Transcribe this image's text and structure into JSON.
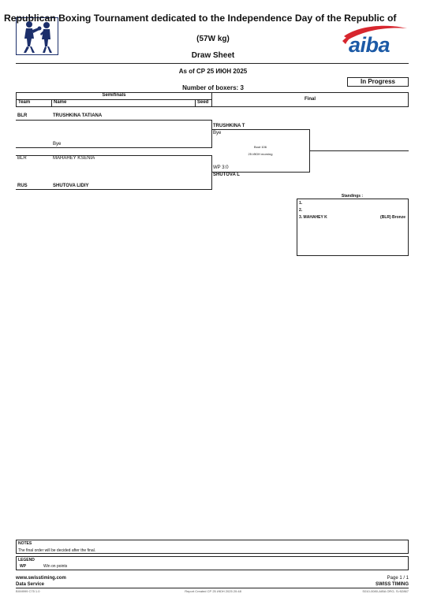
{
  "header": {
    "title": "Republican Boxing Tournament dedicated to the Independence Day of the Republic of",
    "weight_class": "(57W kg)",
    "sheet_title": "Draw Sheet",
    "as_of": "As of СР 25 ИЮН 2025",
    "boxers_count": "Number of boxers: 3",
    "status": "In Progress",
    "right_logo_text": "aiba"
  },
  "columns": {
    "semifinals": "Semifinals",
    "final": "Final",
    "team": "Team",
    "name": "Name",
    "seed": "Seed"
  },
  "semifinals": [
    {
      "team": "BLR",
      "name": "TRUSHKINA TATIANA",
      "opponent": "Bye"
    },
    {
      "team": "BLR",
      "name": "MAHAHEY KSENIA"
    },
    {
      "team": "RUS",
      "name": "SHUTOVA LIDIY"
    }
  ],
  "final": {
    "top_name": "TRUSHKINA T",
    "top_result": "Bye",
    "bout": "Bout  106",
    "bout_time": "25 ИЮН  morning",
    "bottom_result": "WP 3:0",
    "bottom_name": "SHUTOVA L"
  },
  "standings": {
    "title": "Standings :",
    "rows": [
      "1.",
      "2.",
      "3. MAHAHEY K"
    ],
    "bronze": "(BLR) Bronze"
  },
  "footer": {
    "notes_title": "NOTES",
    "notes_text": "The final order will be decided after the final.",
    "legend_title": "LEGEND",
    "legend_code": "WP",
    "legend_text": "Win on points",
    "website": "www.swisstiming.com",
    "service": "Data Service",
    "page": "Page 1 / 1",
    "brand": "SWISS TIMING",
    "code_left": "BXM999  C75 1.0",
    "report_created": "Report Created  СР 25 ИЮН 2025 20:48",
    "code_right": "S010-0080-AIBA ORG- S>52867"
  }
}
